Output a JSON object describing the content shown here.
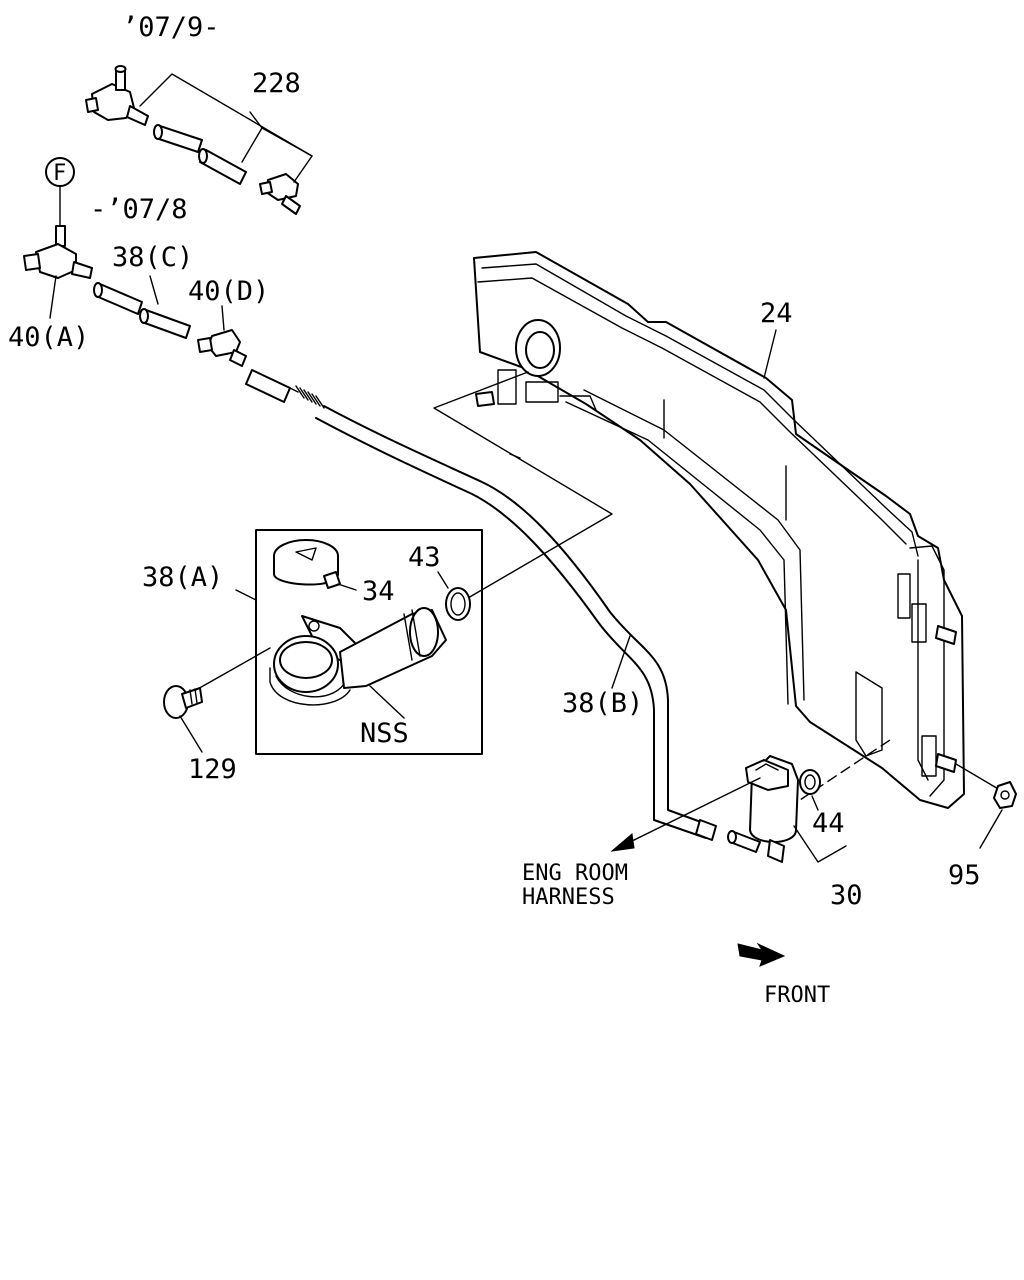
{
  "labels": {
    "date_new": "’07/9-",
    "date_old": "-’07/8",
    "circle_f": "F",
    "p228": "228",
    "p38c": "38(C)",
    "p40d": "40(D)",
    "p40a": "40(A)",
    "p24": "24",
    "p38a": "38(A)",
    "p34": "34",
    "p43": "43",
    "nss": "NSS",
    "p129": "129",
    "p38b": "38(B)",
    "p44": "44",
    "p30": "30",
    "p95": "95",
    "eng_room": "ENG ROOM",
    "harness": "HARNESS",
    "front": "FRONT"
  }
}
